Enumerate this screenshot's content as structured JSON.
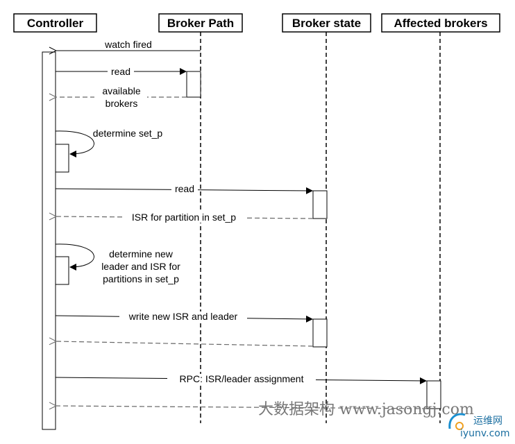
{
  "participants": [
    {
      "id": "controller",
      "label": "Controller"
    },
    {
      "id": "broker_path",
      "label": "Broker Path"
    },
    {
      "id": "broker_state",
      "label": "Broker state"
    },
    {
      "id": "affected_brokers",
      "label": "Affected brokers"
    }
  ],
  "messages": [
    {
      "id": "watch",
      "lines": [
        "watch fired"
      ]
    },
    {
      "id": "read1",
      "lines": [
        "read"
      ]
    },
    {
      "id": "avail",
      "lines": [
        "available",
        "brokers"
      ]
    },
    {
      "id": "det1",
      "lines": [
        "determine set_p"
      ]
    },
    {
      "id": "read2",
      "lines": [
        "read"
      ]
    },
    {
      "id": "isr",
      "lines": [
        "ISR for partition in set_p"
      ]
    },
    {
      "id": "det2",
      "lines": [
        "determine new",
        "leader and ISR for",
        "partitions in set_p"
      ]
    },
    {
      "id": "write",
      "lines": [
        "write new ISR and leader"
      ]
    },
    {
      "id": "rpc",
      "lines": [
        "RPC:  ISR/leader assignment"
      ]
    }
  ],
  "watermark": {
    "main": "大数据架构 www.jasongj.com",
    "logo_top": "运维网",
    "logo_bottom": "iyunv.com"
  }
}
